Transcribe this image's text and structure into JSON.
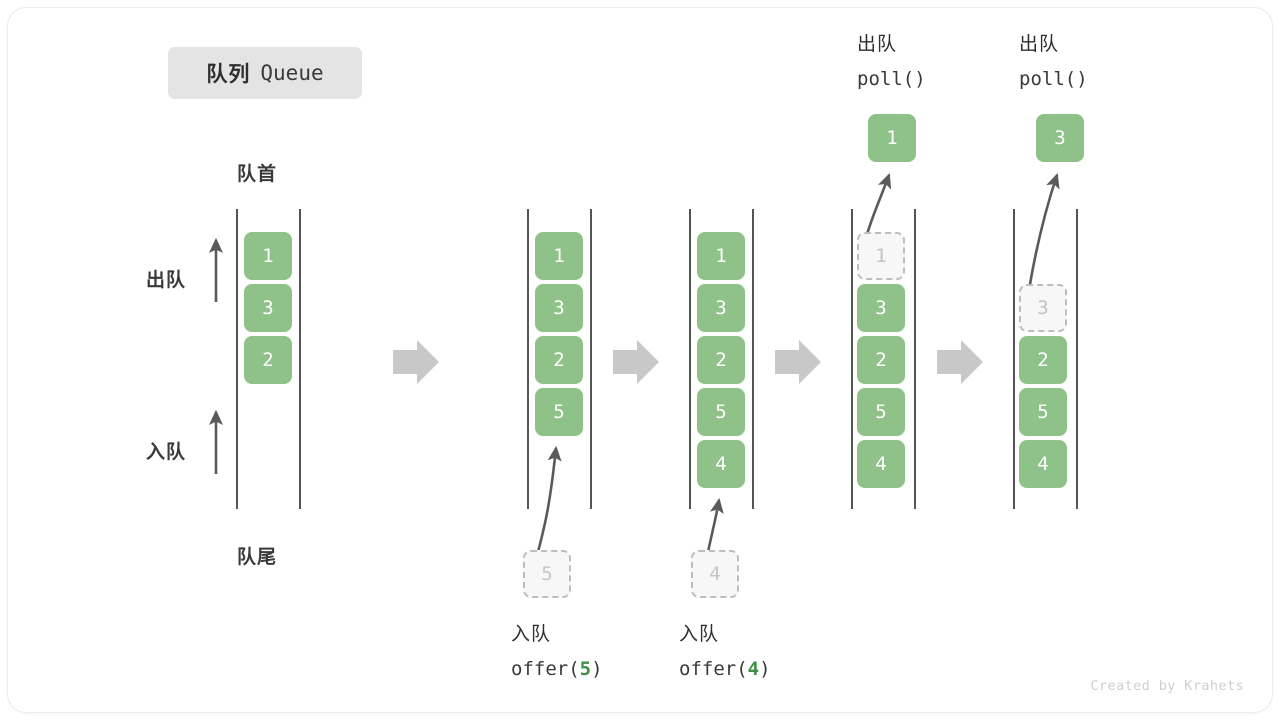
{
  "title": {
    "cn": "队列",
    "en": "Queue"
  },
  "labels": {
    "head": "队首",
    "tail": "队尾",
    "dequeue": "出队",
    "enqueue": "入队"
  },
  "colors": {
    "cell_fill": "#8fc288",
    "cell_text": "#ffffff",
    "ghost_fill": "#f7f7f7",
    "ghost_border": "#bdbdbd",
    "ghost_text": "#c2c2c2",
    "rail": "#555555",
    "flow_arrow": "#c8c8c8",
    "accent_green": "#3f9142",
    "chip_bg": "#e4e4e4",
    "text": "#2e2e2e",
    "watermark": "#cfcfcf"
  },
  "watermark": "Created by Krahets",
  "steps": [
    {
      "id": "initial",
      "cells": [
        "1",
        "3",
        "2"
      ],
      "ghost_index": null,
      "pending": null,
      "caption_cn": "",
      "caption_code": ""
    },
    {
      "id": "offer-5",
      "cells": [
        "1",
        "3",
        "2",
        "5"
      ],
      "ghost_index": null,
      "pending": "5",
      "caption_cn": "入队",
      "caption_code_prefix": "offer(",
      "caption_code_num": "5",
      "caption_code_suffix": ")"
    },
    {
      "id": "offer-4",
      "cells": [
        "1",
        "3",
        "2",
        "5",
        "4"
      ],
      "ghost_index": null,
      "pending": "4",
      "caption_cn": "入队",
      "caption_code_prefix": "offer(",
      "caption_code_num": "4",
      "caption_code_suffix": ")"
    },
    {
      "id": "poll-1",
      "cells": [
        "1",
        "3",
        "2",
        "5",
        "4"
      ],
      "ghost_index": 0,
      "popped": "1",
      "caption_cn": "出队",
      "caption_code": "poll()"
    },
    {
      "id": "poll-3",
      "cells": [
        "3",
        "2",
        "5",
        "4"
      ],
      "ghost_index": 0,
      "popped": "3",
      "caption_cn": "出队",
      "caption_code": "poll()"
    }
  ],
  "cell_values": {
    "c1r1": "1",
    "c1r2": "3",
    "c1r3": "2",
    "c2r1": "1",
    "c2r2": "3",
    "c2r3": "2",
    "c2r4": "5",
    "c3r1": "1",
    "c3r2": "3",
    "c3r3": "2",
    "c3r4": "5",
    "c3r5": "4",
    "c4r1": "1",
    "c4r2": "3",
    "c4r3": "2",
    "c4r4": "5",
    "c4r5": "4",
    "c5r2": "3",
    "c5r3": "2",
    "c5r4": "5",
    "c5r5": "4",
    "pending5": "5",
    "pending4": "4",
    "popped1": "1",
    "popped3": "3"
  },
  "captions": {
    "offer5_cn": "入队",
    "offer5_code_pre": "offer(",
    "offer5_code_num": "5",
    "offer5_code_post": ")",
    "offer4_cn": "入队",
    "offer4_code_pre": "offer(",
    "offer4_code_num": "4",
    "offer4_code_post": ")",
    "poll1_cn": "出队",
    "poll1_code": "poll()",
    "poll2_cn": "出队",
    "poll2_code": "poll()"
  }
}
